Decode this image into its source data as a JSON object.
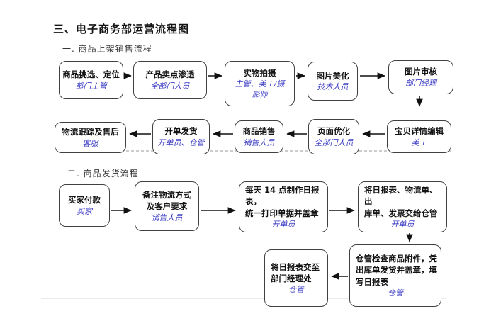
{
  "title": "三、电子商务部运营流程图",
  "sections": [
    {
      "label": "一. 商品上架销售流程"
    },
    {
      "label": "二. 商品发货流程"
    }
  ],
  "colors": {
    "role_text_blue": "#3d3dc4",
    "main_text_black": "#141414",
    "box_border": "#404040",
    "arrow_black": "#111111",
    "dashed_line_gray": "#999999",
    "faint_rule_gray": "#e3e3e3"
  },
  "flow1": {
    "row1": [
      {
        "title": [
          "商品挑选、定位"
        ],
        "role": [
          "部门主管"
        ]
      },
      {
        "title": [
          "产品卖点渗透"
        ],
        "role": [
          "全部门人员"
        ]
      },
      {
        "title": [
          "实物拍摄"
        ],
        "role": [
          "主管、美工/摄",
          "影师"
        ]
      },
      {
        "title": [
          "图片美化"
        ],
        "role": [
          "技术人员"
        ]
      },
      {
        "title": [
          "图片审核"
        ],
        "role": [
          "部门经理"
        ]
      }
    ],
    "row2": [
      {
        "title": [
          "物流跟踪及售后"
        ],
        "role": [
          "客服"
        ]
      },
      {
        "title": [
          "开单发货"
        ],
        "role": [
          "开单员、仓管"
        ]
      },
      {
        "title": [
          "商品销售"
        ],
        "role": [
          "销售人员"
        ]
      },
      {
        "title": [
          "页面优化"
        ],
        "role": [
          "全部门人员"
        ]
      },
      {
        "title": [
          "宝贝详情编辑"
        ],
        "role": [
          "美工"
        ]
      }
    ]
  },
  "flow2": {
    "row1": [
      {
        "title": [
          "买家付款"
        ],
        "role": [
          "买家"
        ]
      },
      {
        "title": [
          "备注物流方式",
          "及客户要求"
        ],
        "role": [
          "销售人员"
        ]
      },
      {
        "title": [
          "每天 14 点制作日报表，",
          "统一打印单据并盖章"
        ],
        "role": [
          "开单员"
        ]
      },
      {
        "title": [
          "将日报表、物流单、出",
          "库单、发票交给仓管"
        ],
        "role": [
          "开单员"
        ]
      }
    ],
    "row2": [
      {
        "title": [
          "将日报表交至",
          "部门经理处"
        ],
        "role": [
          "仓管"
        ]
      },
      {
        "title": [
          "仓管检查商品附件，凭",
          "出库单发货并盖章，填",
          "写日报表"
        ],
        "role": [
          "仓管"
        ]
      }
    ]
  }
}
